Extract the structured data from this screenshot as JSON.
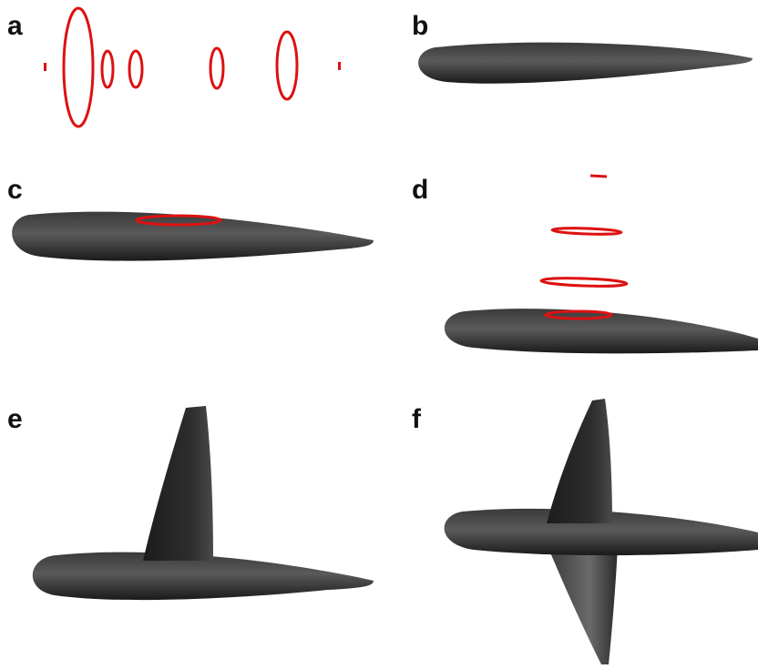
{
  "panels": [
    {
      "label": "a"
    },
    {
      "label": "b"
    },
    {
      "label": "c"
    },
    {
      "label": "d"
    },
    {
      "label": "e"
    },
    {
      "label": "f"
    }
  ],
  "colors": {
    "section_curve": "#dd1111",
    "body_shade_dark": "#1c1c1c",
    "body_shade_light": "#6a6a6a",
    "background": "#ffffff"
  }
}
